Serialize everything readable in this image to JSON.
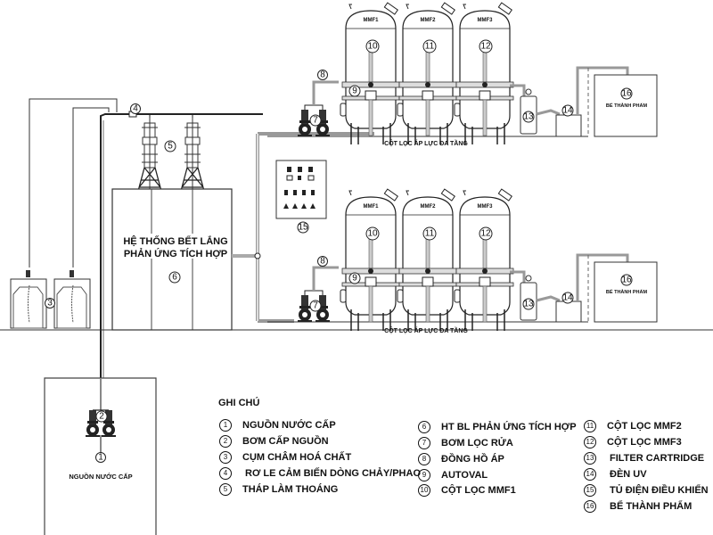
{
  "diagram": {
    "system_label_top": "CỘT LỌC ÁP LỰC ĐA TẦNG",
    "system_label_bottom": "CỘT LỌC ÁP LỰC ĐA TẦNG",
    "settling_tank_label_line1": "HỆ THỐNG BỂT LẮNG",
    "settling_tank_label_line2": "PHẢN ỨNG TÍCH HỢP",
    "source_label": "NGUỒN NƯỚC CẤP",
    "product_tank_label": "BỂ THÀNH PHẨM",
    "filters": [
      "MMF1",
      "MMF2",
      "MMF3"
    ],
    "markers": {
      "n1": "1",
      "n2": "2",
      "n3": "3",
      "n4": "4",
      "n5": "5",
      "n6": "6",
      "n7": "7",
      "n8": "8",
      "n9": "9",
      "n10": "10",
      "n11": "11",
      "n12": "12",
      "n13": "13",
      "n14": "14",
      "n15": "15",
      "n16": "16"
    }
  },
  "legend": {
    "title": "GHI CHÚ",
    "items": [
      {
        "num": "1",
        "label": "NGUỒN NƯỚC CẤP"
      },
      {
        "num": "2",
        "label": "BƠM CẤP NGUỒN"
      },
      {
        "num": "3",
        "label": "CỤM CHÂM HOÁ CHẤT"
      },
      {
        "num": "4",
        "label": "RƠ LE CẢM BIẾN DÒNG CHẢY/PHAO"
      },
      {
        "num": "5",
        "label": "THÁP LÀM THOÁNG"
      },
      {
        "num": "6",
        "label": "HT BL PHẢN ỨNG TÍCH HỢP"
      },
      {
        "num": "7",
        "label": "BƠM LỌC RỬA"
      },
      {
        "num": "8",
        "label": "ĐỒNG HỒ ÁP"
      },
      {
        "num": "9",
        "label": "AUTOVAL"
      },
      {
        "num": "10",
        "label": "CỘT LỌC MMF1"
      },
      {
        "num": "11",
        "label": "CỘT LỌC MMF2"
      },
      {
        "num": "12",
        "label": "CỘT LỌC MMF3"
      },
      {
        "num": "13",
        "label": "FILTER CARTRIDGE"
      },
      {
        "num": "14",
        "label": "ĐÈN UV"
      },
      {
        "num": "15",
        "label": "TỦ ĐIỆN ĐIỀU KHIỂN"
      },
      {
        "num": "16",
        "label": "BỂ THÀNH PHẨM"
      }
    ]
  }
}
